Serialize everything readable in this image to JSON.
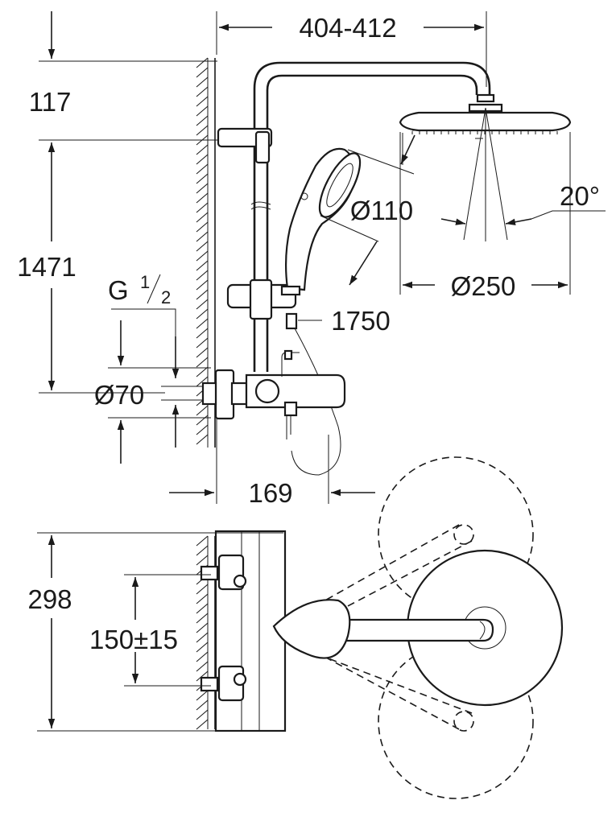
{
  "dimensions": {
    "width_range": "404-412",
    "height_top": "117",
    "height_main": "1471",
    "thread_base": "G",
    "thread_num": "1",
    "thread_den": "2",
    "rosette_diameter": "Ø70",
    "hand_shower_diameter": "Ø110",
    "head_shower_diameter": "Ø250",
    "tilt_angle": "20°",
    "hose_length": "1750",
    "projection": "169",
    "depth": "298",
    "connection_spacing": "150±15"
  }
}
